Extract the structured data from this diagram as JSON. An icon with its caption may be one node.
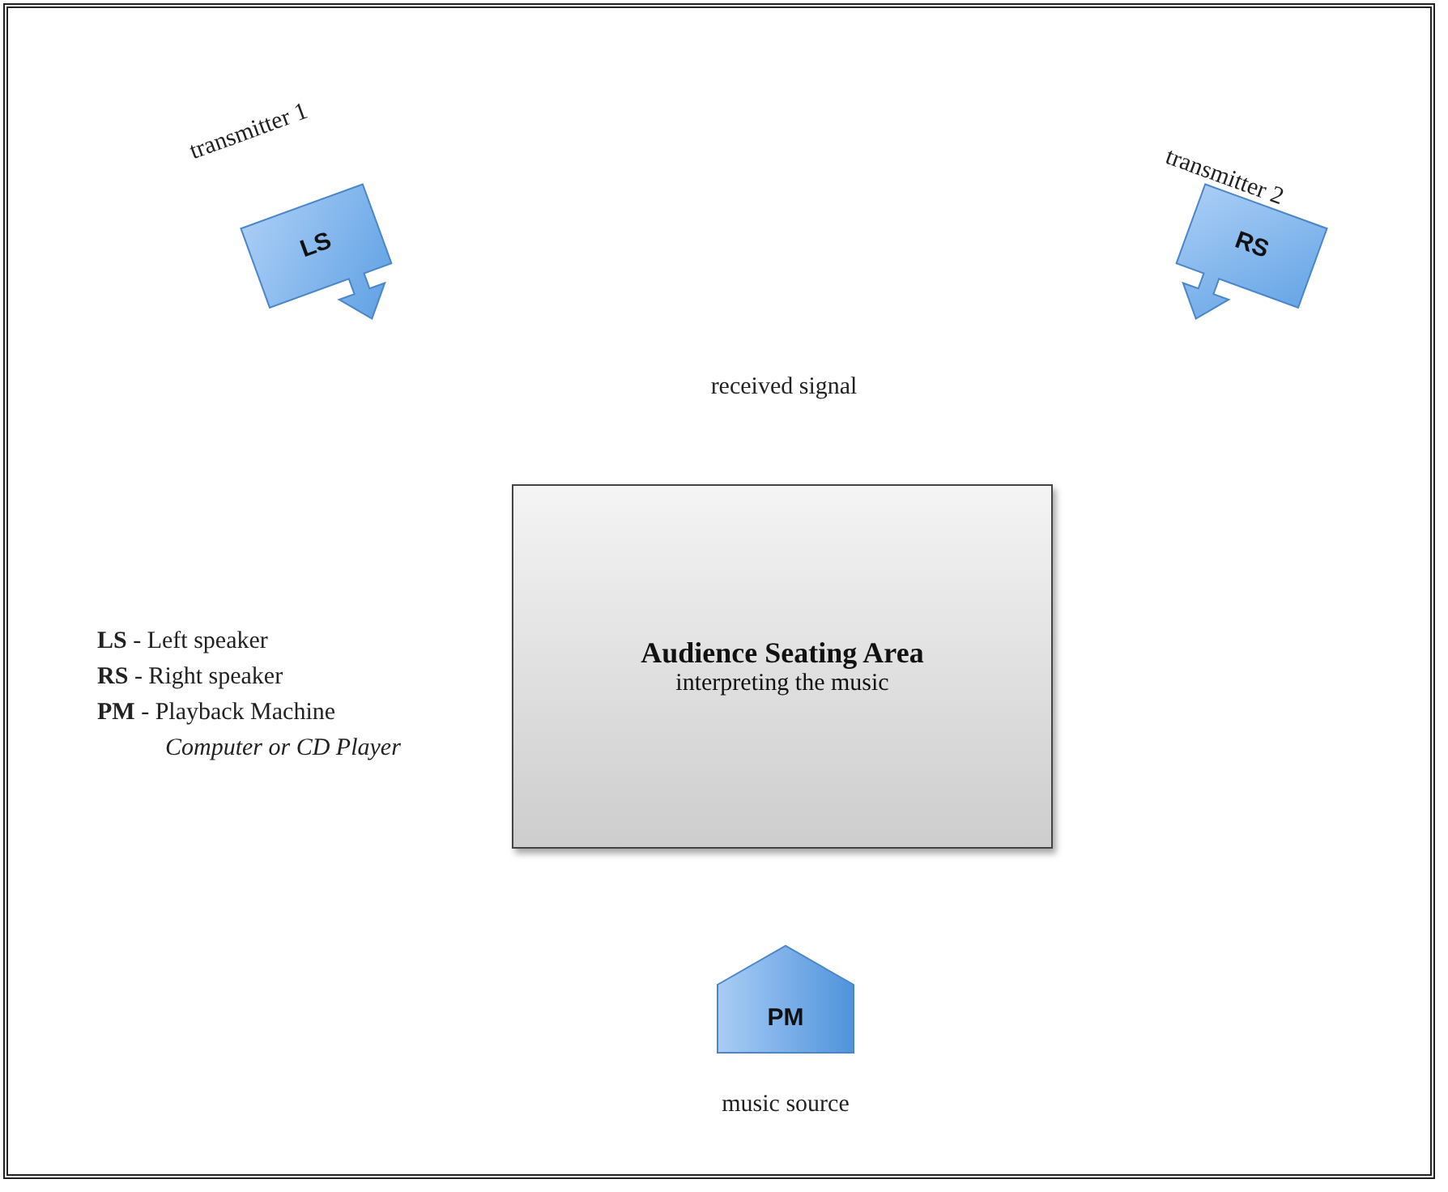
{
  "diagram": {
    "nodes": [
      {
        "text": [
          "LS"
        ],
        "beside": [
          "transmitter 1"
        ]
      },
      {
        "text": [
          "RS"
        ],
        "beside": [
          "transmitter 2"
        ]
      },
      {
        "text": [
          "Audience Seating Area",
          "interpreting the music"
        ]
      },
      {
        "text": [
          "PM"
        ],
        "beside": [
          "music source"
        ]
      }
    ],
    "labels": [
      "received signal",
      "**LS** - Left speaker",
      "**RS** - Right speaker",
      "**PM** - Playback Machine",
      "Computer or CD Player"
    ]
  }
}
